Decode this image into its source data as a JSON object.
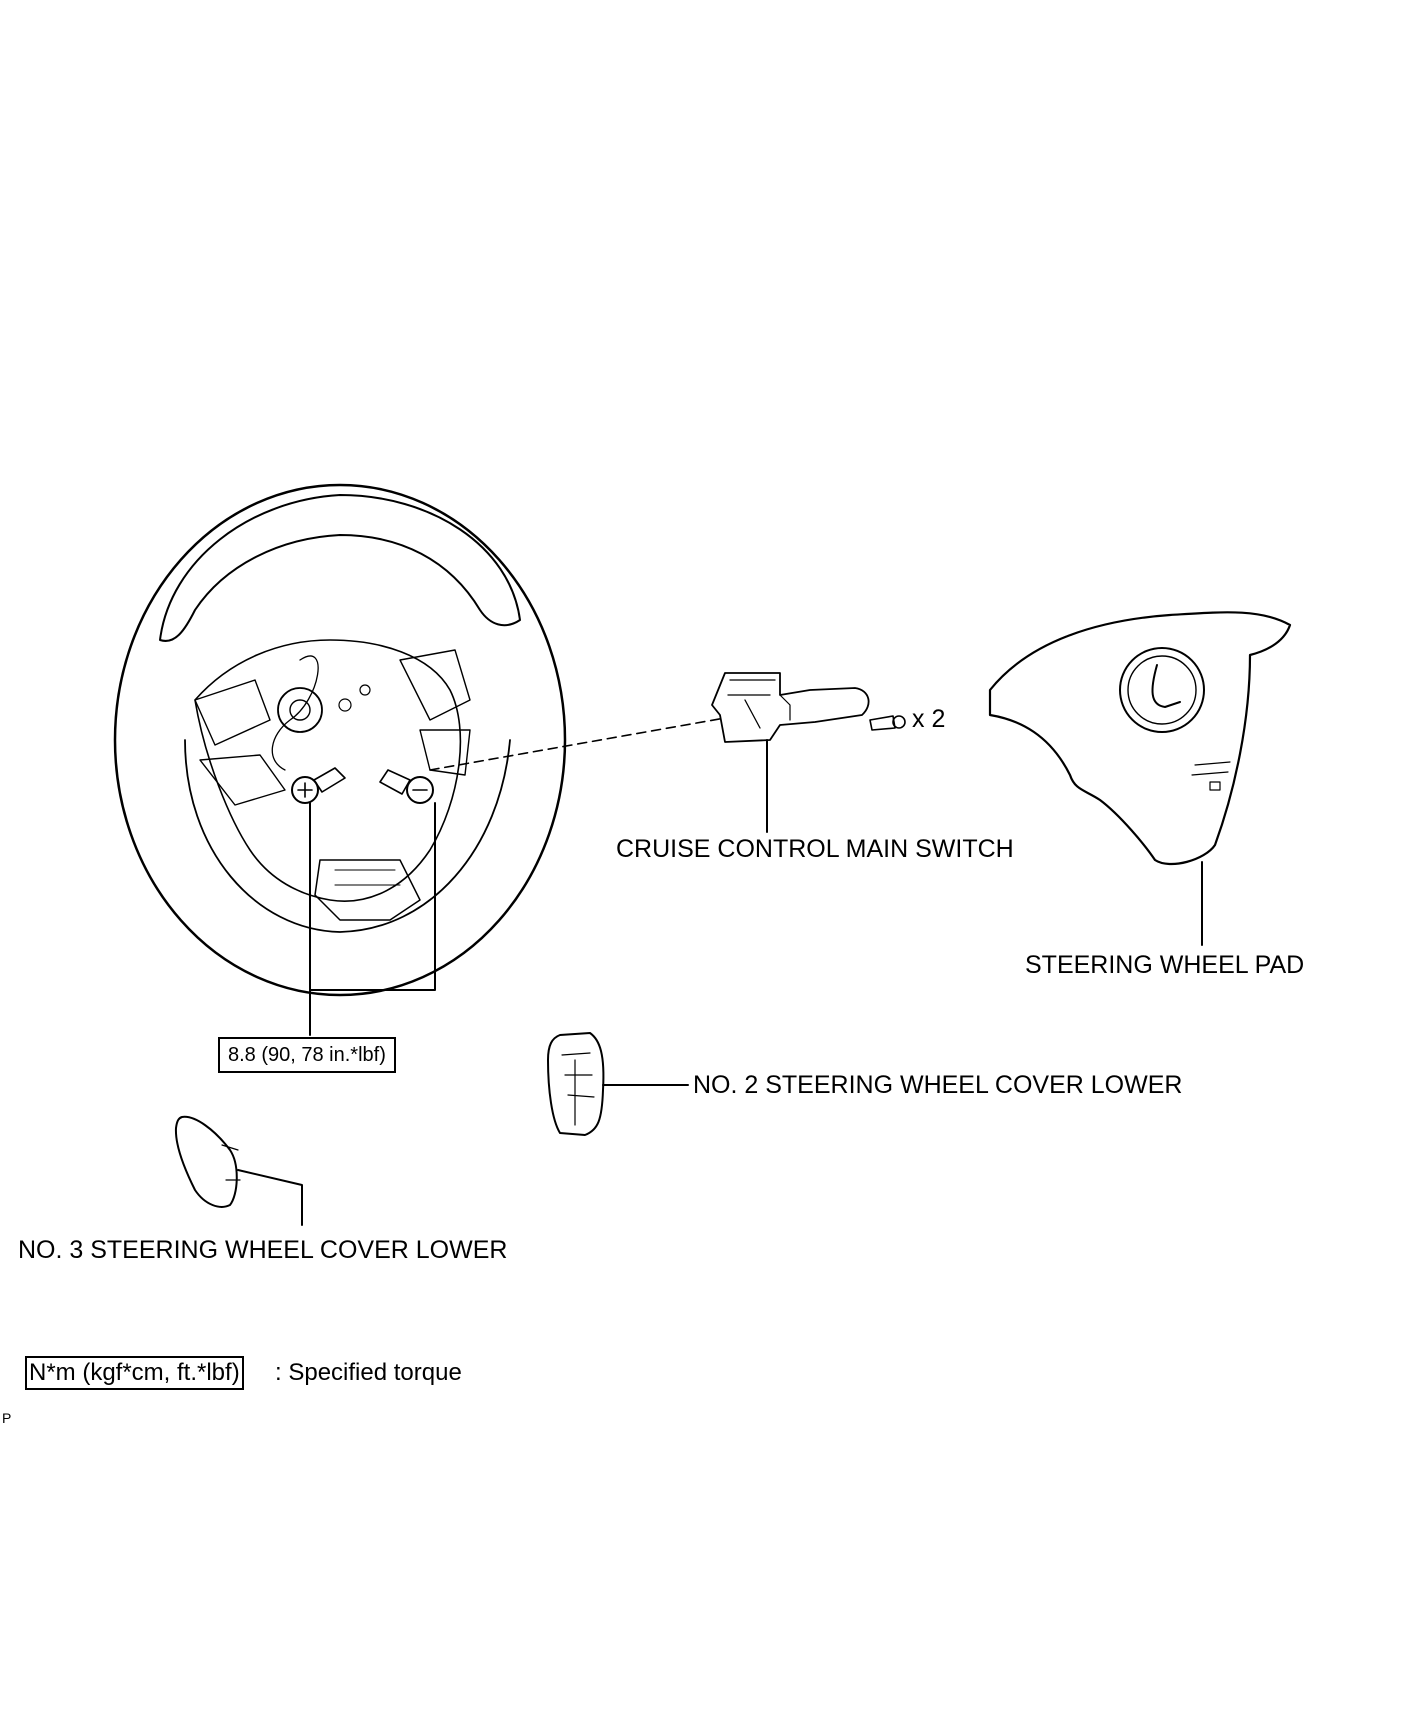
{
  "labels": {
    "cruise_switch": "CRUISE CONTROL MAIN SWITCH",
    "steering_pad": "STEERING WHEEL PAD",
    "cover2": "NO. 2 STEERING WHEEL COVER LOWER",
    "cover3": "NO. 3 STEERING WHEEL COVER LOWER",
    "screw_qty": "x 2",
    "torque_value": "8.8 (90, 78 in.*lbf)"
  },
  "legend": {
    "unit_box": "N*m (kgf*cm, ft.*lbf)",
    "description": ": Specified torque"
  },
  "corner_code": "P"
}
